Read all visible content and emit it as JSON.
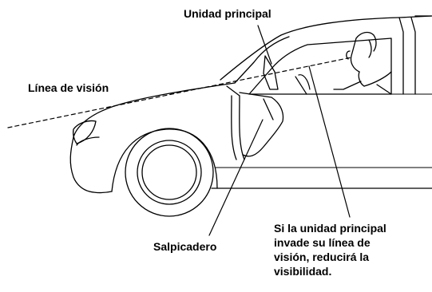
{
  "labels": {
    "head_unit": "Unidad principal",
    "line_of_sight": "Línea de visión",
    "dashboard": "Salpicadero",
    "warning": [
      "Si la unidad principal",
      "invade su línea de",
      "visión, reducirá la",
      "visibilidad."
    ]
  },
  "colors": {
    "ink": "#000000",
    "background": "#ffffff"
  }
}
